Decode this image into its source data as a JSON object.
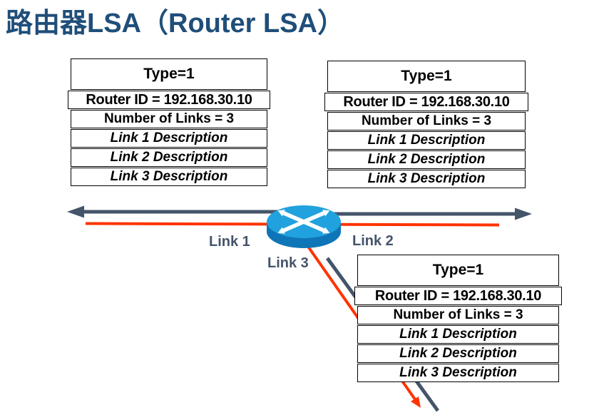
{
  "title": "路由器LSA（Router LSA）",
  "lsa": {
    "type": "Type=1",
    "router_id": "Router ID = 192.168.30.10",
    "num_links": "Number of Links = 3",
    "links": [
      "Link 1 Description",
      "Link 2 Description",
      "Link 3 Description"
    ]
  },
  "link_labels": {
    "link1": "Link 1",
    "link2": "Link 2",
    "link3": "Link 3"
  },
  "icons": {
    "router": "router-icon"
  },
  "colors": {
    "title": "#1F4E79",
    "arrow_slate": "#44546A",
    "line_red": "#FF3300",
    "router_top": "#21A2DE",
    "router_body": "#0E75B6",
    "table_border": "#000000",
    "table_bg": "#FFFFFF"
  }
}
